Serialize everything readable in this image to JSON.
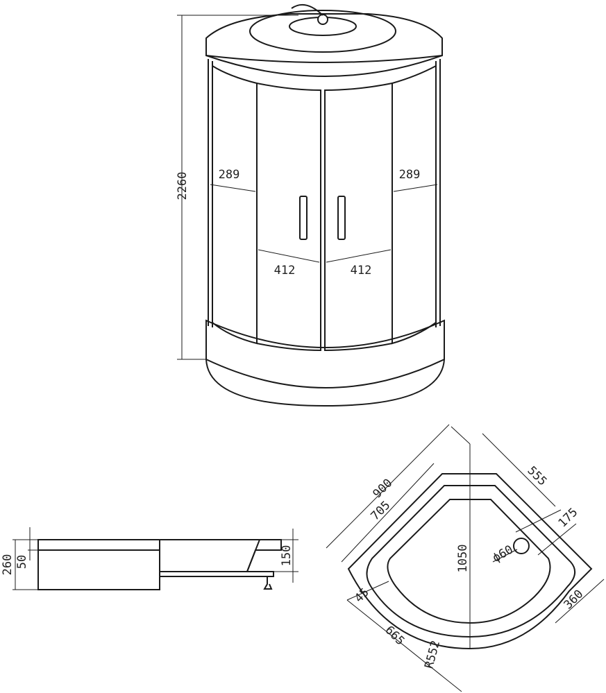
{
  "front_view": {
    "height": "2260",
    "side_panel_left": "289",
    "side_panel_right": "289",
    "door_left": "412",
    "door_right": "412"
  },
  "side_view": {
    "total_height": "260",
    "rim": "50",
    "leg_height": "150"
  },
  "plan_view": {
    "side": "900",
    "inner_side": "705",
    "diagonal": "1050",
    "corner_to_drain": "555",
    "drain_offset": "175",
    "drain_diameter": "ϕ60",
    "rim_width": "45",
    "lower_edge": "665",
    "radius": "R552",
    "front_straight": "360"
  }
}
